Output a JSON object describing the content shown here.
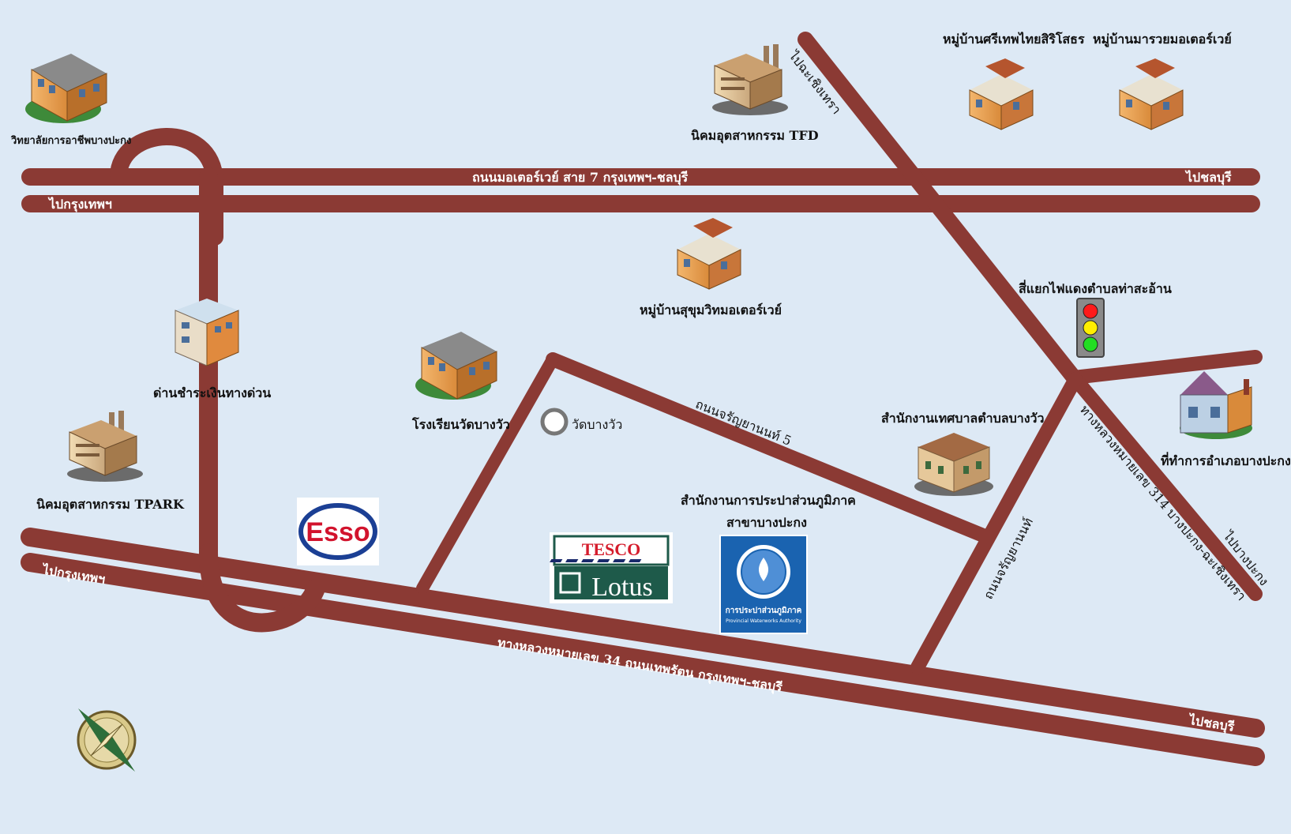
{
  "roads": {
    "motorway": "ถนนมอเตอร์เวย์ สาย 7  กรุงเทพฯ-ชลบุรี",
    "to_chonburi_top": "ไปชลบุรี",
    "to_bangkok_top": "ไปกรุงเทพฯ",
    "to_chachoengsao": "ไปฉะเชิงเทรา",
    "charanyanon5": "ถนนจรัญยานนท์ 5",
    "charanyanon": "ถนนจรัญยานนท์",
    "hwy314": "ทางหลวงหมายเลข 314 บางปะกง-ฉะเชิงเทรา",
    "to_bangpakong": "ไปบางปะกง",
    "to_bangkok_bottom": "ไปกรุงเทพฯ",
    "hwy34": "ทางหลวงหมายเลข 34  ถนนเทพรัตน  กรุงเทพฯ-ชลบุรี",
    "to_chonburi_bottom": "ไปชลบุรี"
  },
  "places": {
    "college": "วิทยาลัยการอาชีพบางปะกง",
    "tfd": "นิคมอุตสาหกรรม TFD",
    "village_srithep": "หมู่บ้านศรีเทพไทยสิริโสธร",
    "village_marawai": "หมู่บ้านมารวยมอเตอร์เวย์",
    "village_sukhumvit": "หมู่บ้านสุขุมวิทมอเตอร์เวย์",
    "traffic_light": "สี่แยกไฟแดงตำบลท่าสะอ้าน",
    "toll": "ด่านชำระเงินทางด่วน",
    "school": "โรงเรียนวัดบางวัว",
    "temple": "วัดบางวัว",
    "municipality": "สำนักงานเทศบาลตำบลบางวัว",
    "district_office": "ที่ทำการอำเภอบางปะกง",
    "tpark": "นิคมอุตสาหกรรม TPARK",
    "pwa_line1": "สำนักงานการประปาส่วนภูมิภาค",
    "pwa_line2": "สาขาบางปะกง"
  },
  "logos": {
    "esso": "Esso",
    "tesco": "TESCO",
    "lotus": "Lotus",
    "pwa_th": "การประปาส่วนภูมิภาค",
    "pwa_en": "Provincial Waterworks Authority"
  },
  "colors": {
    "background": "#dde9f5",
    "road": "#8b3a34",
    "esso_red": "#d2132d",
    "esso_blue": "#1b3f94",
    "tesco_red": "#d51c2c",
    "tesco_navy": "#1a2a6c",
    "lotus_green": "#1e5a4a",
    "pwa_blue": "#1a63b0"
  },
  "icons": [
    "building-icon",
    "factory-icon",
    "house-icon",
    "traffic-light-icon",
    "temple-marker-icon",
    "compass-icon"
  ]
}
